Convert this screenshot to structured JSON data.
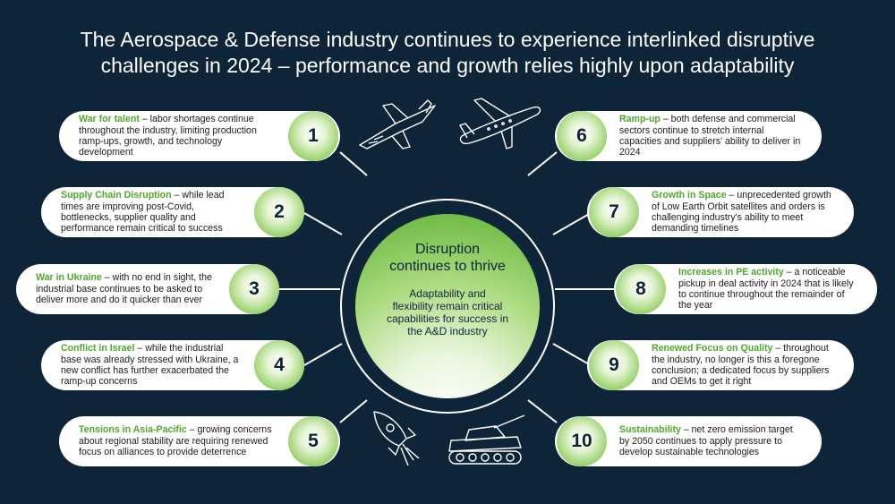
{
  "title": {
    "line1": "The Aerospace & Defense industry continues to experience interlinked disruptive",
    "line2": "challenges in 2024 – performance and growth relies highly upon adaptability"
  },
  "center": {
    "heading_line1": "Disruption",
    "heading_line2": "continues to thrive",
    "sub_line1": "Adaptability and",
    "sub_line2": "flexibility remain critical",
    "sub_line3": "capabilities for success in",
    "sub_line4": "the A&D industry"
  },
  "items": [
    {
      "number": "1",
      "key": "War for talent",
      "text": " – labor shortages continue throughout the industry, limiting production ramp-ups, growth, and technology development"
    },
    {
      "number": "2",
      "key": "Supply Chain Disruption",
      "text": " – while lead times are improving post-Covid, bottlenecks, supplier quality and performance remain critical to success"
    },
    {
      "number": "3",
      "key": "War in Ukraine",
      "text": " – with no end in sight, the industrial base continues to be asked to deliver more and do it quicker than ever"
    },
    {
      "number": "4",
      "key": "Conflict in Israel",
      "text": " – while the industrial base was already stressed with Ukraine, a new conflict has further exacerbated the ramp-up concerns"
    },
    {
      "number": "5",
      "key": "Tensions in Asia-Pacific",
      "text": " – growing concerns about regional stability are requiring renewed focus on alliances to provide deterrence"
    },
    {
      "number": "6",
      "key": "Ramp-up",
      "text": " – both defense and commercial sectors continue to stretch internal capacities and suppliers' ability to deliver in 2024"
    },
    {
      "number": "7",
      "key": "Growth in Space",
      "text": " – unprecedented growth of Low Earth Orbit satellites and orders is challenging industry's ability to meet demanding timelines"
    },
    {
      "number": "8",
      "key": "Increases in PE activity",
      "text": " – a noticeable pickup in deal activity in 2024 that is likely to continue throughout the remainder of the year"
    },
    {
      "number": "9",
      "key": "Renewed Focus on Quality",
      "text": " – throughout the industry, no longer is this a foregone conclusion; a dedicated focus by suppliers and OEMs to get it right"
    },
    {
      "number": "10",
      "key": "Sustainability",
      "text": " – net zero emission target by 2050 continues to apply pressure to develop sustainable technologies"
    }
  ],
  "icons": [
    "fighter-jet-icon",
    "airliner-icon",
    "rocket-icon",
    "tank-icon"
  ],
  "colors": {
    "background": "#0e2438",
    "accent_green": "#4fa72c",
    "card": "#ffffff"
  }
}
